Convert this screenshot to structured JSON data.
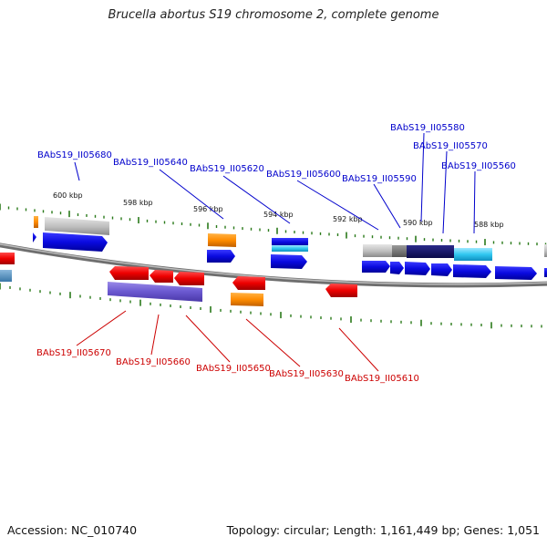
{
  "title": "Brucella abortus S19 chromosome 2, complete genome",
  "accession": "Accession: NC_010740",
  "summary": "Topology: circular; Length: 1,161,449 bp; Genes: 1,051",
  "colors": {
    "forward_label": "#0000cc",
    "reverse_label": "#cc0000",
    "backbone": "#8c8c8c",
    "tick_marks": "#2a7a1a"
  },
  "tick_labels": [
    "600 kbp",
    "598 kbp",
    "596 kbp",
    "594 kbp",
    "592 kbp",
    "590 kbp",
    "588 kbp"
  ],
  "forward_labels": [
    "BAbS19_II05680",
    "BAbS19_II05640",
    "BAbS19_II05620",
    "BAbS19_II05600",
    "BAbS19_II05590",
    "BAbS19_II05580",
    "BAbS19_II05570",
    "BAbS19_II05560"
  ],
  "reverse_labels": [
    "BAbS19_II05670",
    "BAbS19_II05660",
    "BAbS19_II05650",
    "BAbS19_II05630",
    "BAbS19_II05610"
  ]
}
